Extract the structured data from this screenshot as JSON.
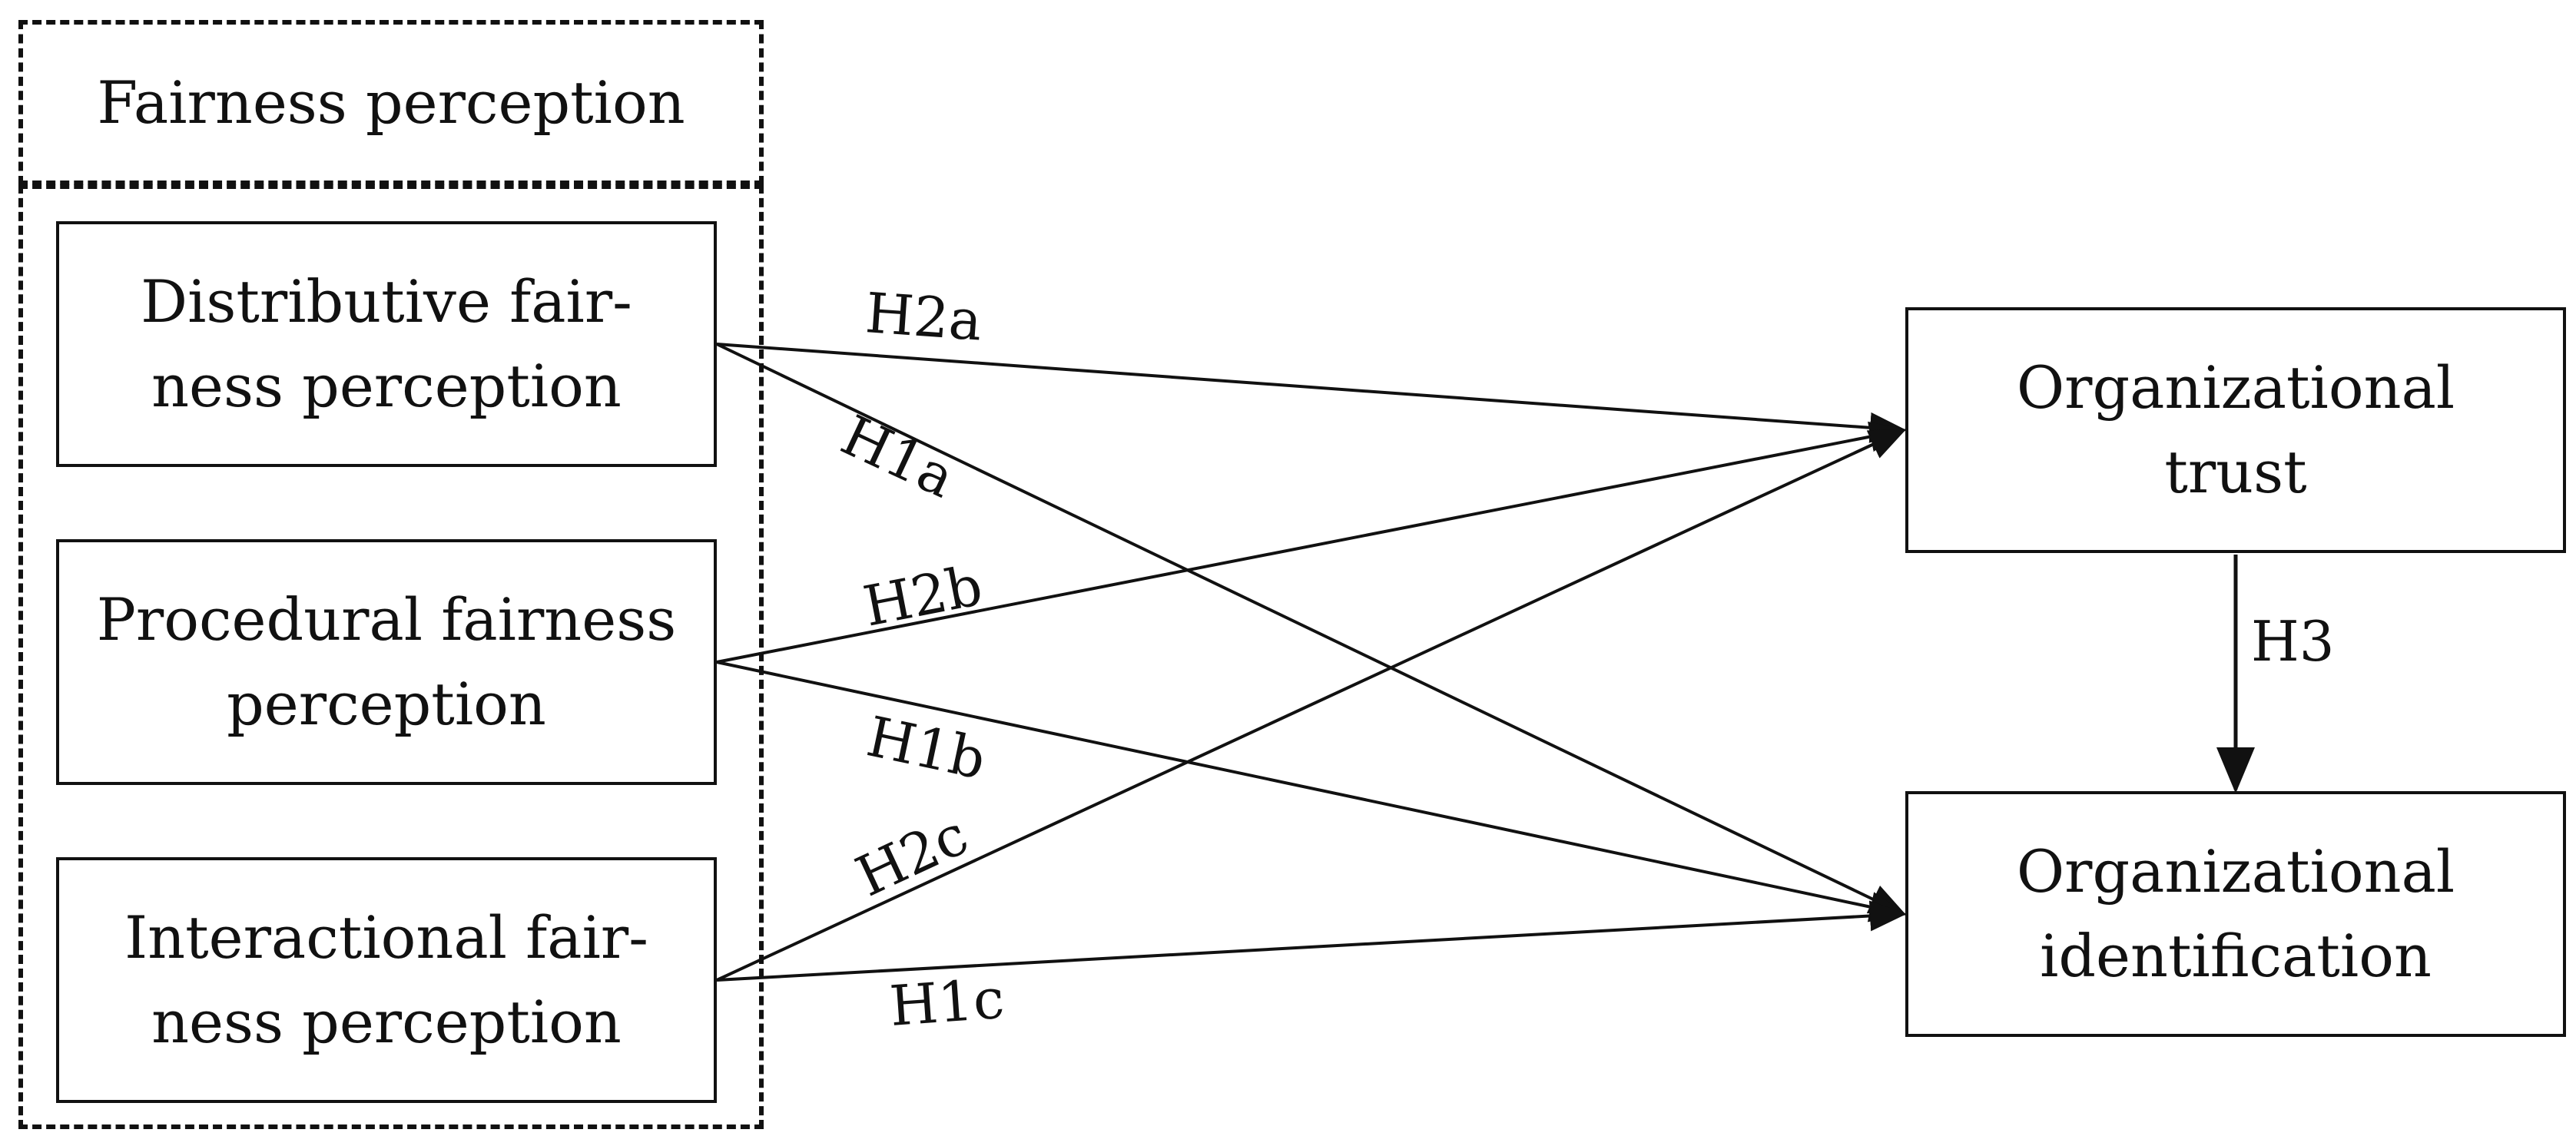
{
  "group": {
    "title": "Fairness perception"
  },
  "nodes": {
    "distributive": "Distributive fair-\nness perception",
    "procedural": "Procedural fairness\nperception",
    "interactional": "Interactional fair-\nness perception",
    "trust": "Organizational\ntrust",
    "identification": "Organizational\nidentification"
  },
  "edges": {
    "h2a": "H2a",
    "h1a": "H1a",
    "h2b": "H2b",
    "h1b": "H1b",
    "h2c": "H2c",
    "h1c": "H1c",
    "h3": "H3"
  }
}
